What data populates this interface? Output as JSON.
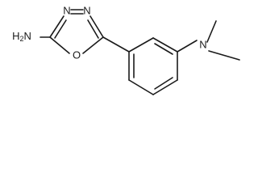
{
  "molecule": {
    "atoms": {
      "amine": "H2N",
      "ring_n1": "N",
      "ring_n2": "N",
      "ring_o": "O",
      "dimethylamino_n": "N"
    },
    "colors": {
      "bond": "#1a1a1a",
      "background": "#ffffff"
    }
  }
}
